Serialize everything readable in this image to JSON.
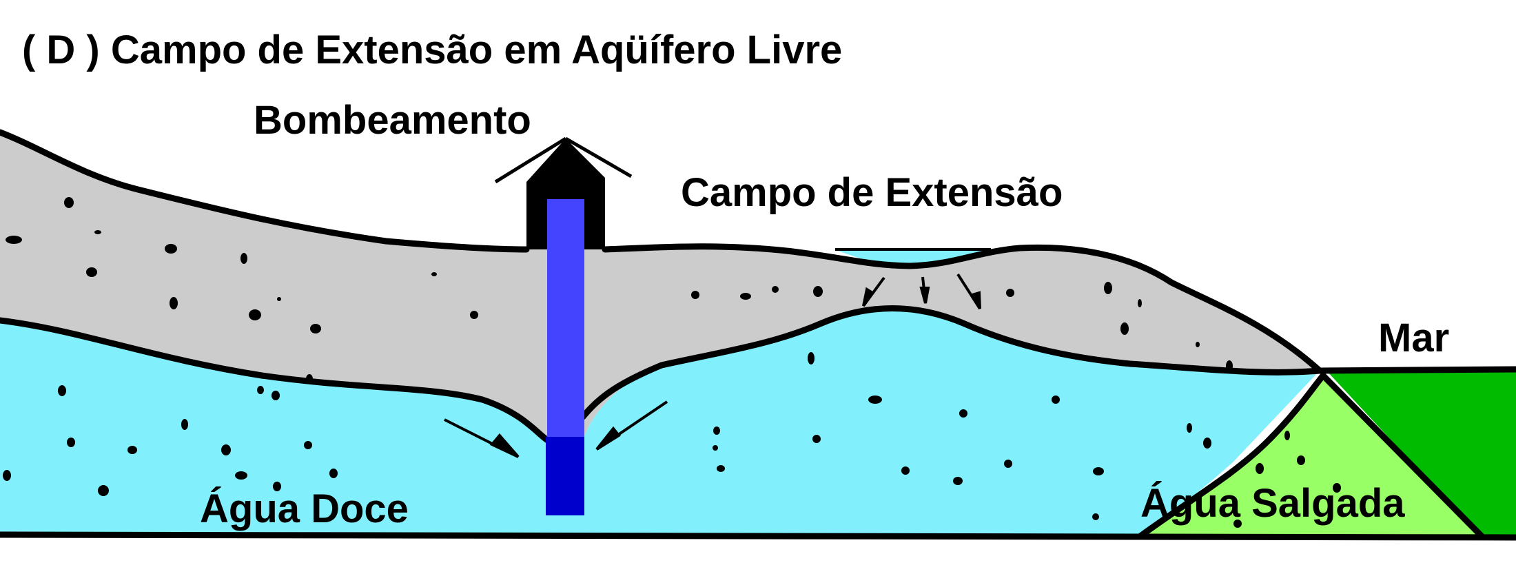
{
  "diagram": {
    "title": "( D ) Campo de Extensão em Aqüífero Livre",
    "labels": {
      "pumping": "Bombeamento",
      "extension_field": "Campo de Extensão",
      "sea": "Mar",
      "fresh_water": "Água Doce",
      "salt_water": "Água Salgada"
    },
    "colors": {
      "unsaturated_zone": "#cccccc",
      "fresh_water": "#82effc",
      "well_upper": "#4444ff",
      "well_lower": "#0000cc",
      "salt_water_wedge": "#99ff66",
      "sea": "#00bb00",
      "outline": "#000000"
    },
    "icons": {
      "pump_house": "house-icon",
      "flow_arrows": "arrow-icon"
    }
  }
}
